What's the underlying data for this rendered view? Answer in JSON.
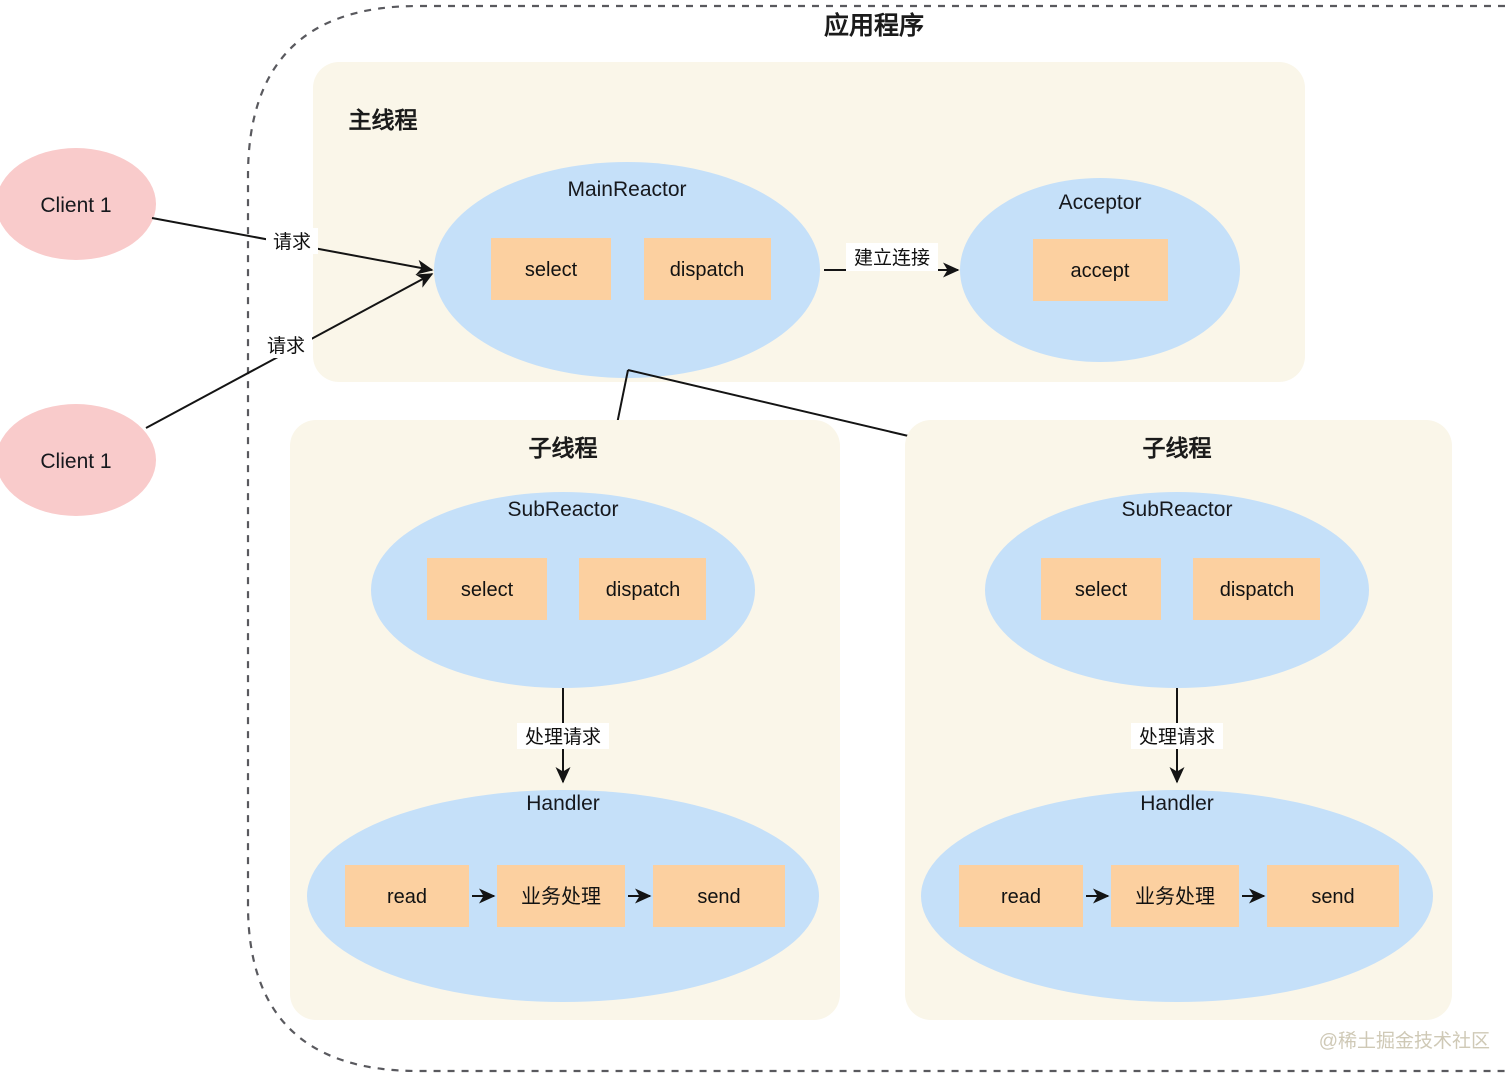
{
  "diagram": {
    "title": "应用程序",
    "watermark": "@稀土掘金技术社区",
    "colors": {
      "group_fill": "#faf6e9",
      "ellipse_fill": "#c5e0f9",
      "client_fill": "#f9cbcb",
      "box_fill": "#fcd0a0",
      "line": "#141414",
      "border": "#59595e"
    },
    "clients": [
      {
        "label": "Client 1"
      },
      {
        "label": "Client 1"
      }
    ],
    "groups": {
      "main_thread": {
        "label": "主线程"
      },
      "sub_thread_left": {
        "label": "子线程"
      },
      "sub_thread_right": {
        "label": "子线程"
      }
    },
    "nodes": {
      "main_reactor": {
        "label": "MainReactor",
        "boxes": [
          "select",
          "dispatch"
        ]
      },
      "acceptor": {
        "label": "Acceptor",
        "boxes": [
          "accept"
        ]
      },
      "sub_reactor_left": {
        "label": "SubReactor",
        "boxes": [
          "select",
          "dispatch"
        ]
      },
      "sub_reactor_right": {
        "label": "SubReactor",
        "boxes": [
          "select",
          "dispatch"
        ]
      },
      "handler_left": {
        "label": "Handler",
        "boxes": [
          "read",
          "业务处理",
          "send"
        ]
      },
      "handler_right": {
        "label": "Handler",
        "boxes": [
          "read",
          "业务处理",
          "send"
        ]
      }
    },
    "edges": {
      "client1_request": "请求",
      "client2_request": "请求",
      "establish_connection": "建立连接",
      "handle_request_left": "处理请求",
      "handle_request_right": "处理请求"
    }
  }
}
